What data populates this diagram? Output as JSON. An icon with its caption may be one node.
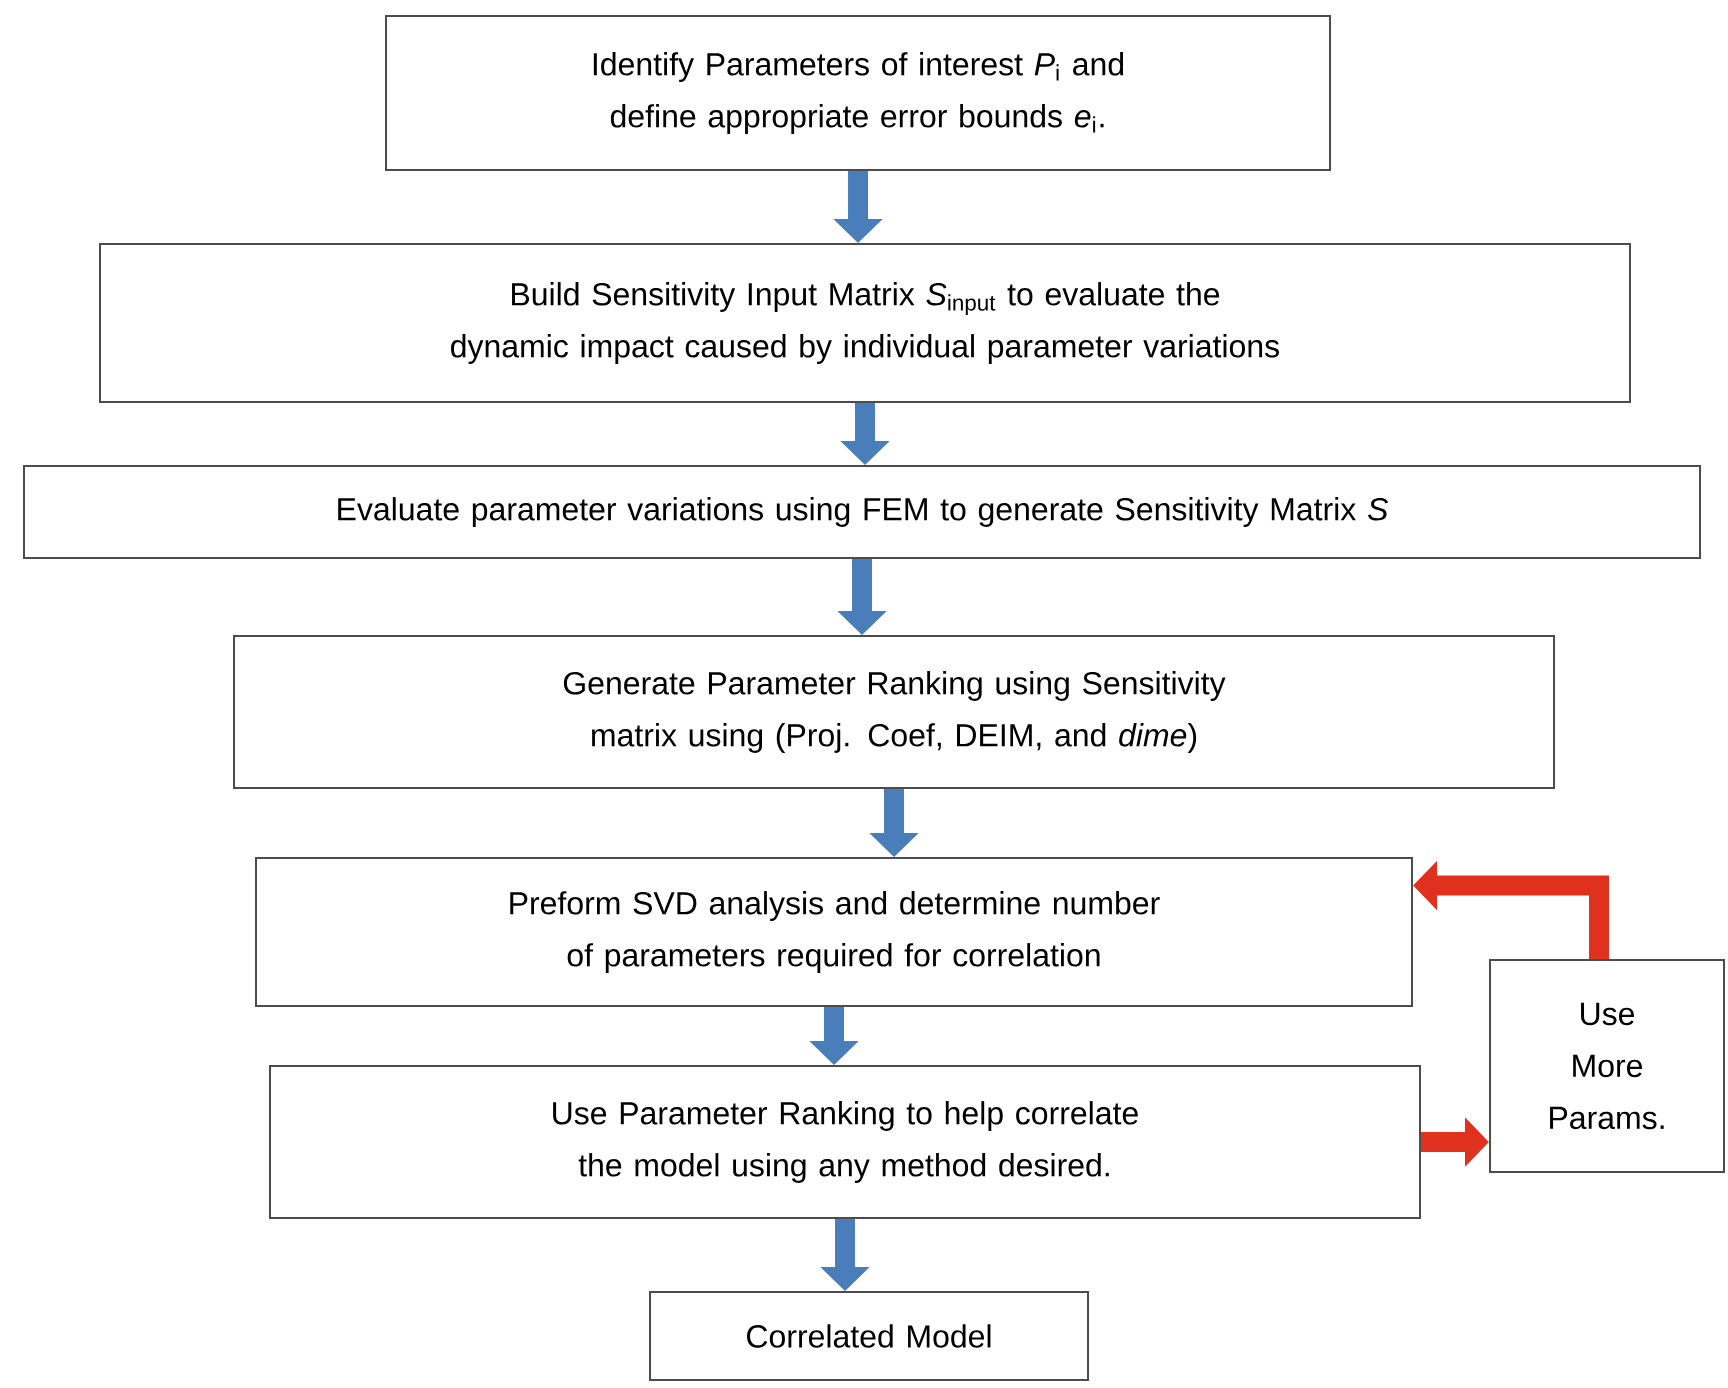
{
  "diagram": {
    "nodes": [
      {
        "text": [
          "Identify Parameters of interest *P*$_{i}$ and define appropriate error bounds *e*$_{i}$."
        ]
      },
      {
        "text": [
          "Build Sensitivity Input Matrix *S*$_{input}$ to evaluate the dynamic impact caused by individual parameter variations"
        ]
      },
      {
        "text": [
          "Evaluate parameter variations using FEM to generate Sensitivity Matrix *S*"
        ]
      },
      {
        "text": [
          "Generate Parameter Ranking using Sensitivity matrix using (Proj. Coef, DEIM, and *dime*)"
        ]
      },
      {
        "text": [
          "Preform SVD analysis and determine number of parameters required for correlation"
        ]
      },
      {
        "text": [
          "Use Parameter Ranking to help correlate the model using any method desired."
        ]
      },
      {
        "text": [
          "Correlated Model"
        ]
      },
      {
        "text": [
          "Use More Params."
        ]
      }
    ],
    "edges": [
      {
        "from": 0,
        "to": 1,
        "arrow": "to"
      },
      {
        "from": 1,
        "to": 2,
        "arrow": "to"
      },
      {
        "from": 2,
        "to": 3,
        "arrow": "to"
      },
      {
        "from": 3,
        "to": 4,
        "arrow": "to"
      },
      {
        "from": 4,
        "to": 5,
        "arrow": "to"
      },
      {
        "from": 5,
        "to": 6,
        "arrow": "to"
      },
      {
        "from": 5,
        "to": 7,
        "arrow": "to",
        "color": "#e0301e"
      },
      {
        "from": 7,
        "to": 4,
        "arrow": "to",
        "color": "#e0301e"
      }
    ]
  }
}
